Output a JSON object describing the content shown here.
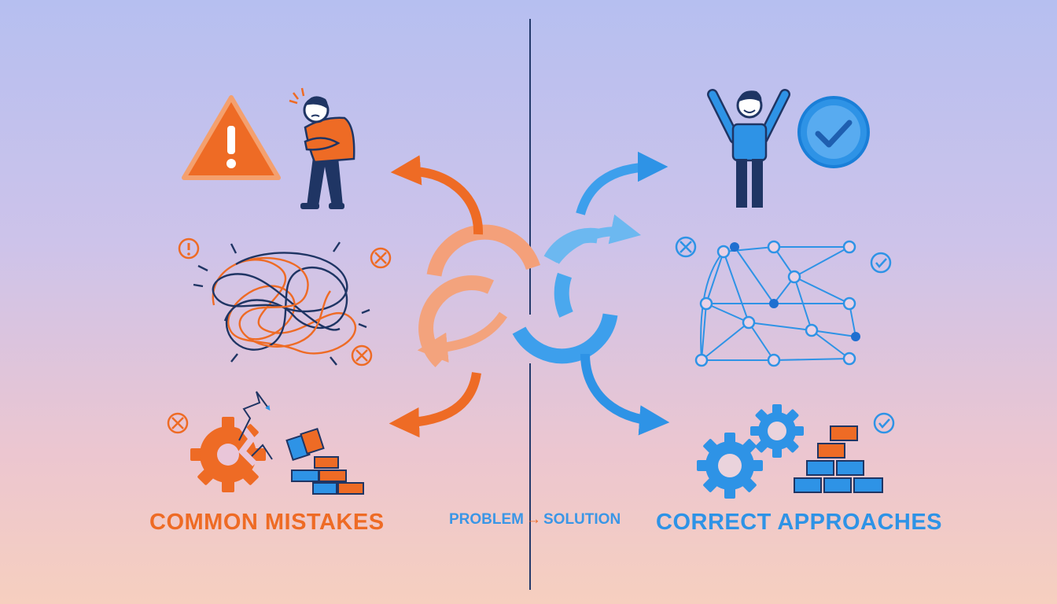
{
  "left_panel": {
    "title": "COMMON MISTAKES"
  },
  "right_panel": {
    "title": "CORRECT APPROACHES"
  },
  "center": {
    "from": "PROBLEM",
    "arrow": "→",
    "to": "SOLUTION"
  },
  "colors": {
    "mistake_orange": "#ee6b25",
    "solution_blue": "#2e93e6",
    "divider_navy": "#233a6b"
  },
  "icons": {
    "left": [
      "warning-triangle-icon",
      "frustrated-person-icon",
      "tangled-mess-icon",
      "broken-gear-icon",
      "falling-blocks-icon"
    ],
    "right": [
      "celebrating-person-icon",
      "check-circle-icon",
      "network-graph-icon",
      "meshed-gears-icon",
      "stacked-blocks-icon"
    ]
  }
}
